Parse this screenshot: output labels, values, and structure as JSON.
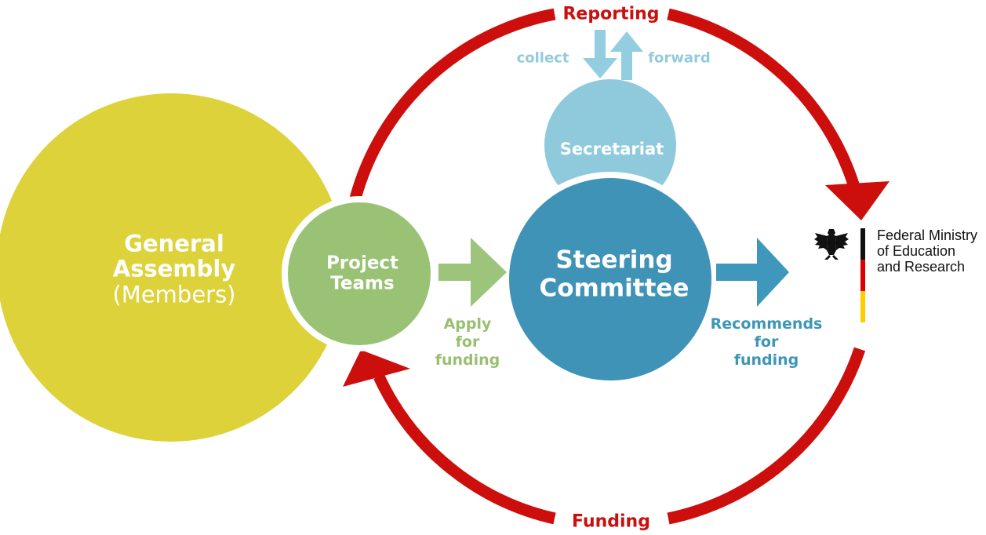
{
  "colors": {
    "general_assembly": "#ddd23a",
    "project_teams": "#99c274",
    "steering_committee": "#3f93b6",
    "secretariat": "#8ecadc",
    "reporting_cycle": "#cc0e0c",
    "apply_arrow": "#9cc47a",
    "recommend_arrow": "#3f98bb",
    "secretariat_arrows": "#93cde0",
    "flag_black": "#111111",
    "flag_red": "#dd0000",
    "flag_gold": "#ffcc00"
  },
  "nodes": {
    "general_assembly": {
      "title_line1": "General",
      "title_line2": "Assembly",
      "subtitle": "(Members)"
    },
    "project_teams": {
      "line1": "Project",
      "line2": "Teams"
    },
    "steering_committee": {
      "line1": "Steering",
      "line2": "Committee"
    },
    "secretariat": {
      "label": "Secretariat"
    }
  },
  "edges": {
    "reporting": "Reporting",
    "funding": "Funding",
    "collect": "collect",
    "forward": "forward",
    "apply": {
      "line1": "Apply",
      "line2": "for",
      "line3": "funding"
    },
    "recommends": {
      "line1": "Recommends",
      "line2": "for",
      "line3": "funding"
    }
  },
  "ministry": {
    "line1": "Federal Ministry",
    "line2": "of Education",
    "line3": "and Research",
    "emblem_icon": "federal-eagle-icon"
  }
}
